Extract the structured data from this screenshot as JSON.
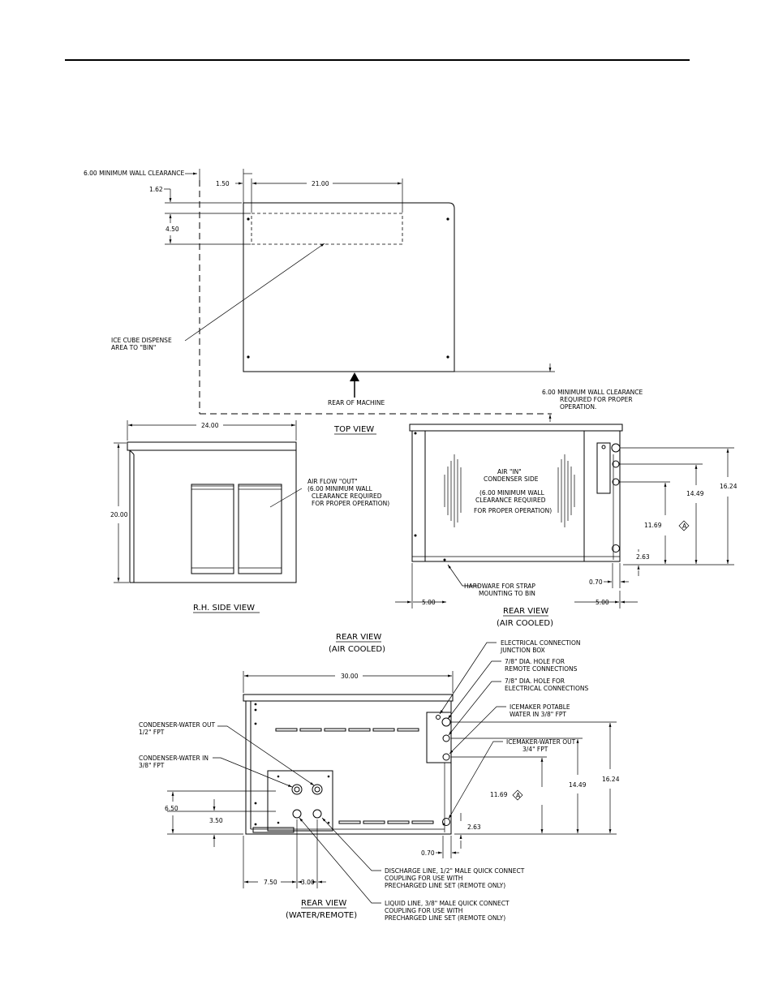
{
  "top_view": {
    "title": "TOP VIEW",
    "dims": {
      "wall_clearance_left": "6.00 MINIMUM WALL CLEARANCE",
      "d162": "1.62",
      "d150": "1.50",
      "d2100": "21.00",
      "d450": "4.50"
    },
    "label_dispense": [
      "ICE CUBE DISPENSE",
      "AREA TO \"BIN\""
    ],
    "label_rear": "REAR OF MACHINE",
    "label_rear_clear": [
      "6.00  MINIMUM WALL CLEARANCE",
      "REQUIRED FOR PROPER",
      "OPERATION."
    ]
  },
  "side_view": {
    "title": "R.H. SIDE VIEW",
    "d2400": "24.00",
    "d2000": "20.00",
    "label_airflow": [
      "AIR FLOW \"OUT\"",
      "(6.00 MINIMUM WALL",
      "CLEARANCE REQUIRED",
      "FOR PROPER OPERATION)"
    ]
  },
  "rear_air": {
    "title": "REAR VIEW",
    "subtitle": "(AIR COOLED)",
    "label_in": [
      "AIR \"IN\"",
      "CONDENSER SIDE",
      "(6.00 MINIMUM WALL",
      "CLEARANCE REQUIRED",
      "FOR PROPER OPERATION)"
    ],
    "d1624": "16.24",
    "d1449": "14.49",
    "d1169": "11.69",
    "rev_mark": "A",
    "d263": "2.63",
    "d070": "0.70",
    "d500_left": "5.00",
    "d500_right": "5.00",
    "label_hardware": [
      "HARDWARE FOR STRAP",
      "MOUNTING TO BIN"
    ]
  },
  "rear_water": {
    "header_title": "REAR VIEW",
    "header_sub": "(AIR COOLED)",
    "title": "REAR VIEW",
    "subtitle": "(WATER/REMOTE)",
    "d3000": "30.00",
    "d650": "6.50",
    "d350": "3.50",
    "d750": "7.50",
    "d300": "3.00",
    "d1169": "11.69",
    "rev_mark": "A",
    "d1449": "14.49",
    "d1624": "16.24",
    "d263": "2.63",
    "d070": "0.70",
    "label_cond_out": [
      "CONDENSER-WATER OUT",
      "1/2\" FPT"
    ],
    "label_cond_in": [
      "CONDENSER-WATER IN",
      "3/8\" FPT"
    ],
    "label_elec_box": [
      "ELECTRICAL CONNECTION",
      "JUNCTION BOX"
    ],
    "label_remote_hole": [
      "7/8\" DIA. HOLE FOR",
      "REMOTE CONNECTIONS"
    ],
    "label_elec_hole": [
      "7/8\" DIA. HOLE FOR",
      "ELECTRICAL CONNECTIONS"
    ],
    "label_potable": [
      "ICEMAKER POTABLE",
      "WATER IN 3/8\" FPT"
    ],
    "label_water_out": [
      "ICEMAKER-WATER OUT",
      "3/4\" FPT"
    ],
    "label_discharge": [
      "DISCHARGE LINE, 1/2\" MALE QUICK CONNECT",
      "COUPLING FOR USE WITH",
      "PRECHARGED LINE SET (REMOTE ONLY)"
    ],
    "label_liquid": [
      "LIQUID LINE, 3/8\" MALE QUICK CONNECT",
      "COUPLING FOR USE WITH",
      "PRECHARGED LINE SET (REMOTE ONLY)"
    ]
  }
}
